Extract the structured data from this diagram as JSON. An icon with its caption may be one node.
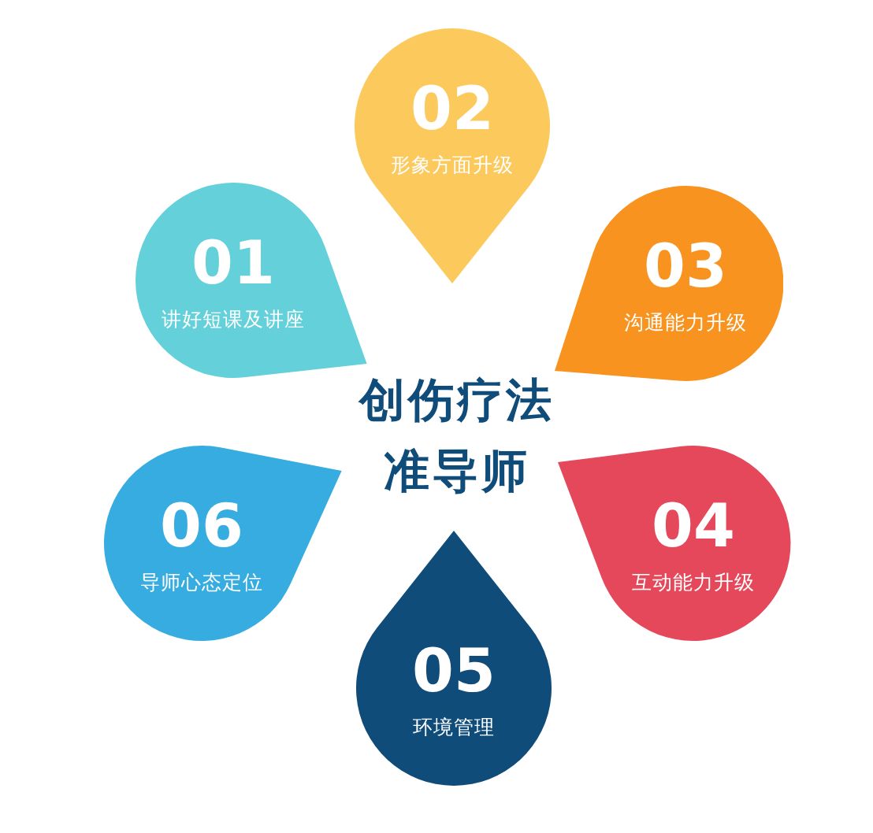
{
  "diagram": {
    "title": "创伤疗法准导师",
    "nodes": [
      {
        "text": [
          "01",
          "讲好短课及讲座"
        ]
      },
      {
        "text": [
          "02",
          "形象方面升级"
        ]
      },
      {
        "text": [
          "03",
          "沟通能力升级"
        ]
      },
      {
        "text": [
          "04",
          "互动能力升级"
        ]
      },
      {
        "text": [
          "05",
          "环境管理"
        ]
      },
      {
        "text": [
          "06",
          "导师心态定位"
        ]
      }
    ]
  }
}
